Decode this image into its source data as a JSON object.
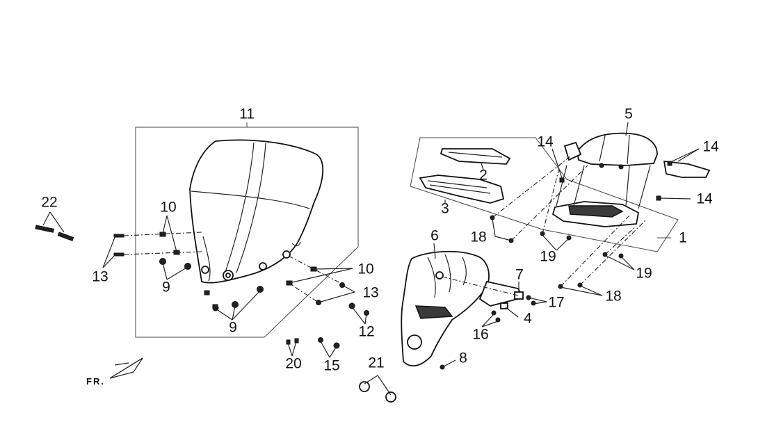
{
  "diagram": {
    "orientation_label": "FR.",
    "callouts": [
      {
        "id": "1",
        "label": "1"
      },
      {
        "id": "2",
        "label": "2"
      },
      {
        "id": "3",
        "label": "3"
      },
      {
        "id": "4",
        "label": "4"
      },
      {
        "id": "5",
        "label": "5"
      },
      {
        "id": "6",
        "label": "6"
      },
      {
        "id": "7",
        "label": "7"
      },
      {
        "id": "8",
        "label": "8"
      },
      {
        "id": "9a",
        "label": "9"
      },
      {
        "id": "9b",
        "label": "9"
      },
      {
        "id": "10a",
        "label": "10"
      },
      {
        "id": "10b",
        "label": "10"
      },
      {
        "id": "11",
        "label": "11"
      },
      {
        "id": "12",
        "label": "12"
      },
      {
        "id": "13a",
        "label": "13"
      },
      {
        "id": "13b",
        "label": "13"
      },
      {
        "id": "14a",
        "label": "14"
      },
      {
        "id": "14b",
        "label": "14"
      },
      {
        "id": "14c",
        "label": "14"
      },
      {
        "id": "15",
        "label": "15"
      },
      {
        "id": "16",
        "label": "16"
      },
      {
        "id": "17",
        "label": "17"
      },
      {
        "id": "18a",
        "label": "18"
      },
      {
        "id": "18b",
        "label": "18"
      },
      {
        "id": "19a",
        "label": "19"
      },
      {
        "id": "19b",
        "label": "19"
      },
      {
        "id": "20",
        "label": "20"
      },
      {
        "id": "21",
        "label": "21"
      },
      {
        "id": "22",
        "label": "22"
      }
    ]
  }
}
